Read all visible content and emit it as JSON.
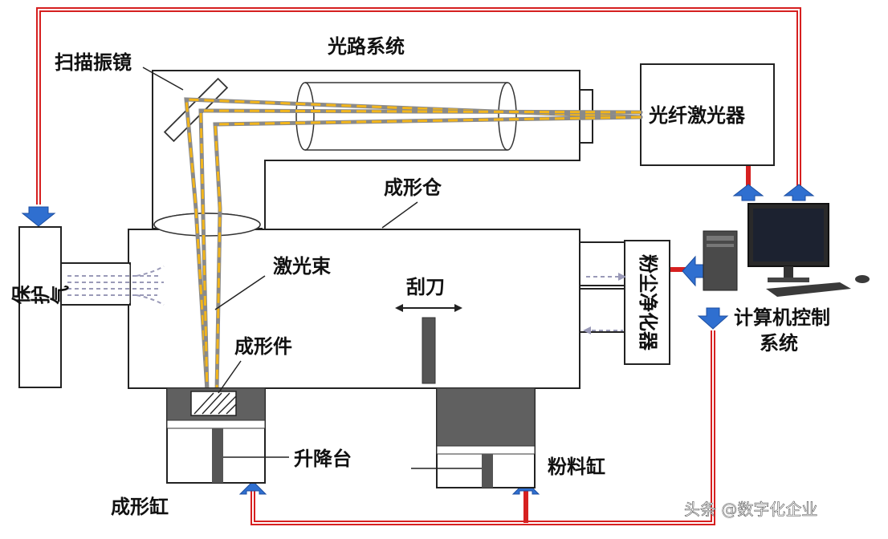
{
  "labels": {
    "optical_system": "光路系统",
    "scan_galvo": "扫描振镜",
    "fiber_laser": "光纤激光器",
    "build_chamber": "成形仓",
    "laser_beam": "激光束",
    "recoater": "刮刀",
    "part": "成形件",
    "lift_platform": "升降台",
    "build_cylinder": "成形缸",
    "powder_cylinder": "粉料缸",
    "protective_gas": "保护气",
    "dust_purifier": "粉尘净化器",
    "computer_control": "计算机控制",
    "computer_control_2": "系统"
  },
  "watermark": "头条 @数字化企业",
  "colors": {
    "pipe_red": "#d62020",
    "arrow_blue": "#2f6fd0",
    "beam_yellow": "#f2b51c",
    "beam_grey": "#8a8a8a"
  },
  "icons": [
    "blue-arrow-icon",
    "computer-icon",
    "monitor-icon",
    "keyboard-icon",
    "mouse-icon",
    "double-arrow-icon"
  ]
}
